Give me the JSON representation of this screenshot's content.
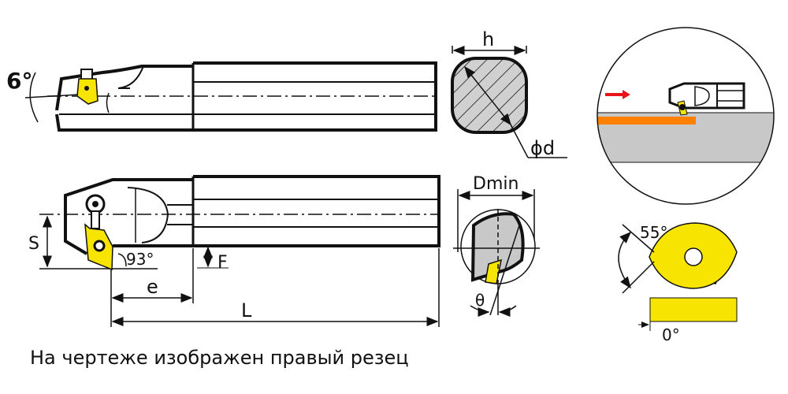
{
  "labels": {
    "angle_top": "6°",
    "h": "h",
    "d": "ϕd",
    "dmin": "Dmin",
    "s": "S",
    "angle_93": "93°",
    "f": "F",
    "e": "e",
    "l": "L",
    "theta": "θ",
    "angle_55": "55°",
    "angle_0": "0°"
  },
  "caption": "На чертеже изображен правый резец",
  "colors": {
    "insert": "#f7e400",
    "chip": "#ff8000",
    "workpiece": "#c8c8c8",
    "arrow": "#e8141a",
    "hatch_fill": "#d0d0d0"
  }
}
